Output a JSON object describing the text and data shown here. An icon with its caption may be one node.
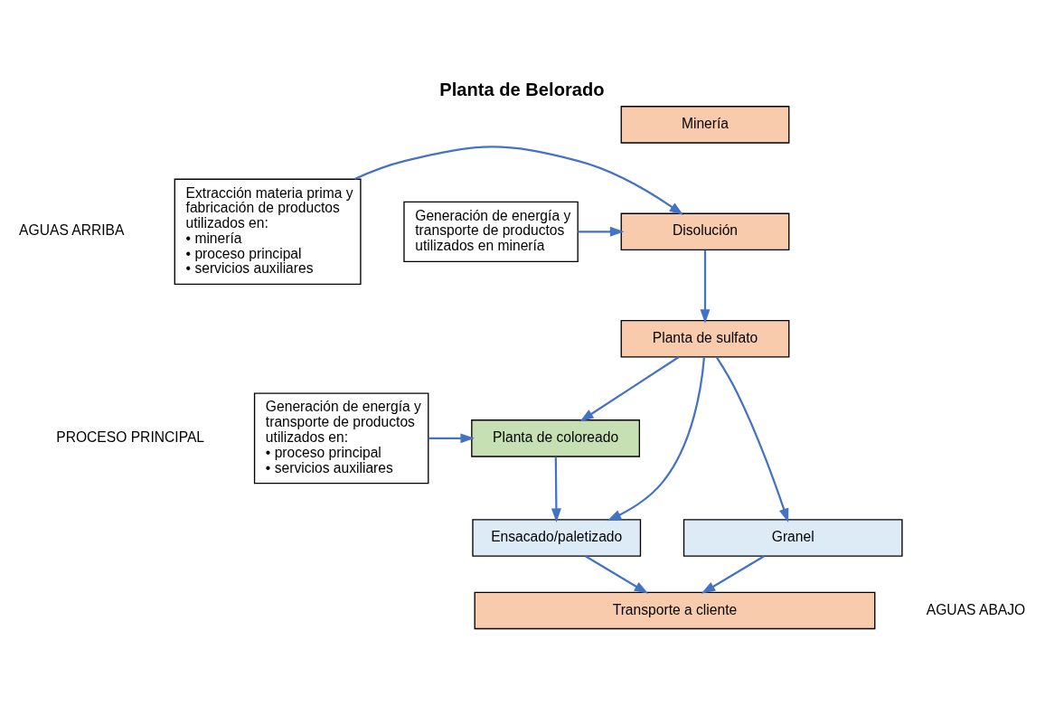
{
  "diagram": {
    "title": "Planta de Belorado",
    "nodes": [
      {
        "text": [
          "Extracción materia prima y fabricación de productos utilizados en:",
          "• minería",
          "• proceso principal",
          "• servicios auxiliares"
        ]
      },
      {
        "text": [
          "Minería"
        ]
      },
      {
        "text": [
          "Disolución"
        ]
      },
      {
        "text": [
          "Generación de energía y transporte de productos utilizados en minería"
        ]
      },
      {
        "text": [
          "Planta de sulfato"
        ]
      },
      {
        "text": [
          "Generación de energía y transporte de productos utilizados en:",
          "• proceso principal",
          "• servicios auxiliares"
        ]
      },
      {
        "text": [
          "Planta de coloreado"
        ]
      },
      {
        "text": [
          "Ensacado/paletizado"
        ]
      },
      {
        "text": [
          "Granel"
        ]
      },
      {
        "text": [
          "Transporte a cliente"
        ]
      }
    ],
    "edges": [
      {
        "from": 0,
        "to": 2,
        "arrow": "to"
      },
      {
        "from": 3,
        "to": 2,
        "arrow": "to"
      },
      {
        "from": 2,
        "to": 4,
        "arrow": "to"
      },
      {
        "from": 4,
        "to": 6,
        "arrow": "to"
      },
      {
        "from": 5,
        "to": 6,
        "arrow": "to"
      },
      {
        "from": 4,
        "to": 7,
        "arrow": "to"
      },
      {
        "from": 4,
        "to": 8,
        "arrow": "to"
      },
      {
        "from": 6,
        "to": 7,
        "arrow": "to"
      },
      {
        "from": 7,
        "to": 9,
        "arrow": "to"
      },
      {
        "from": 8,
        "to": 9,
        "arrow": "to"
      }
    ],
    "labels": [
      "AGUAS ARRIBA",
      "PROCESO PRINCIPAL",
      "AGUAS ABAJO"
    ]
  }
}
